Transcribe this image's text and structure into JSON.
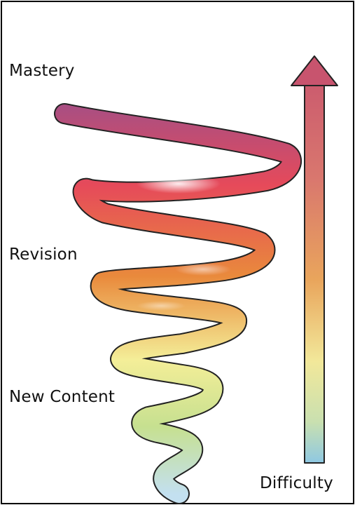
{
  "labels": {
    "top": "Mastery",
    "middle": "Revision",
    "bottom": "New Content",
    "axis": "Difficulty"
  },
  "colors": {
    "frame": "#000000",
    "spiral_top": "#a34f86",
    "spiral_upper": "#e64a5a",
    "spiral_middle": "#e98a3c",
    "spiral_lower": "#f4ee98",
    "spiral_bottom_green": "#c6e090",
    "spiral_tip": "#c3e0f0",
    "arrow_top": "#c8546e",
    "arrow_bottom": "#8fc8e2"
  },
  "icons": {
    "arrow": "up-arrow-icon",
    "spiral": "spiral-ribbon-icon"
  }
}
